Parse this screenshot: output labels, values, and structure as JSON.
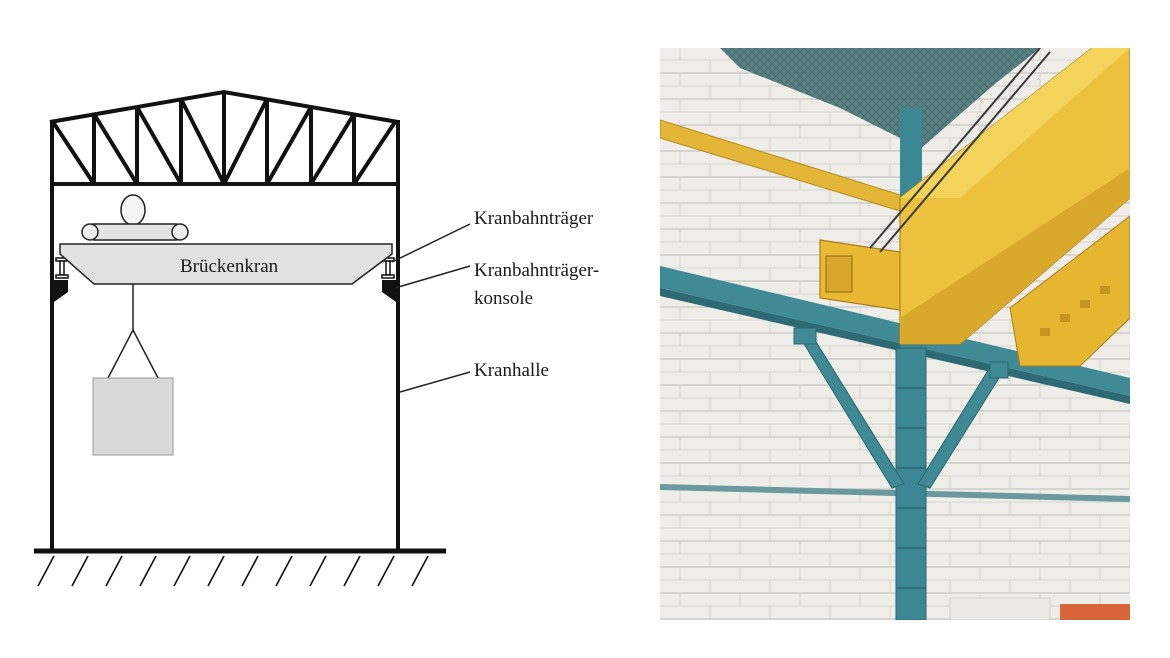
{
  "diagram": {
    "crane_label": "Brückenkran",
    "labels": {
      "kranbahntraeger": "Kranbahnträger",
      "konsole_line1": "Kranbahnträger-",
      "konsole_line2": "konsole",
      "kranhalle": "Kranhalle"
    }
  },
  "photo": {
    "subject": "bridge-crane-photo",
    "colors": {
      "crane_yellow": "#e8b830",
      "beam_teal": "#3e8a94",
      "wall_white": "#ecebe6"
    }
  }
}
